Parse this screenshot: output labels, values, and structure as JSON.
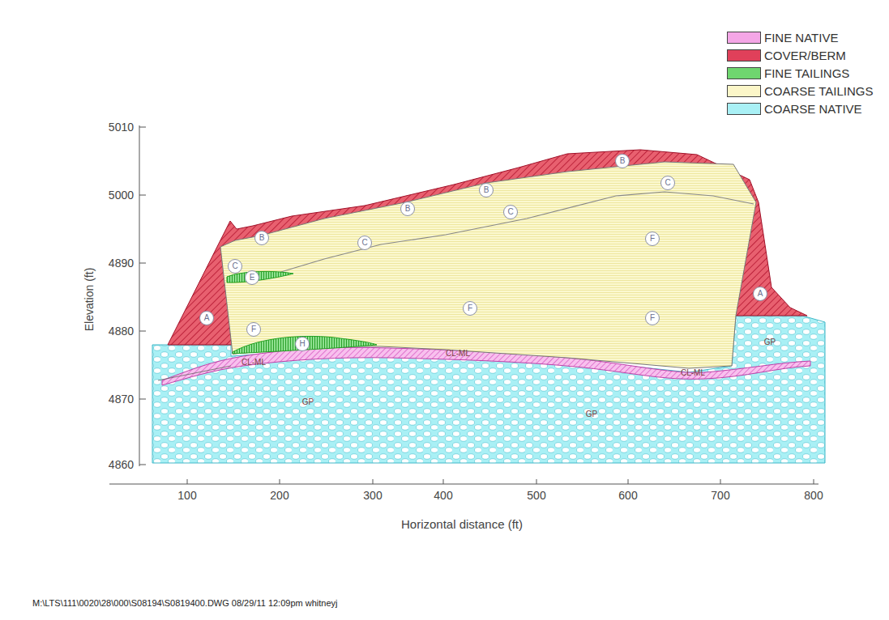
{
  "diagram": {
    "labels": [
      "5010",
      "5000",
      "4890",
      "4880",
      "4870",
      "4860",
      "Elevation (ft)",
      "100",
      "200",
      "300",
      "400",
      "500",
      "600",
      "700",
      "800",
      "Horizontal distance (ft)",
      "A",
      "B",
      "B",
      "B",
      "B",
      "C",
      "C",
      "C",
      "C",
      "E",
      "F",
      "F",
      "F",
      "F",
      "H",
      "A",
      "GP",
      "GP",
      "GP",
      "CL-ML",
      "CL-ML",
      "CL-ML",
      "M:\\LTS\\111\\0020\\28\\000\\S08194\\S0819400.DWG   08/29/11 12:09pm  whitneyj"
    ],
    "legend": [
      {
        "text": "FINE NATIVE",
        "color": "#f4a6e6"
      },
      {
        "text": "COVER/BERM",
        "color": "#e0405a"
      },
      {
        "text": "FINE TAILINGS",
        "color": "#6fd66f"
      },
      {
        "text": "COARSE TAILINGS",
        "color": "#fbf6c8"
      },
      {
        "text": "COARSE NATIVE",
        "color": "#a9f0f5"
      }
    ]
  }
}
